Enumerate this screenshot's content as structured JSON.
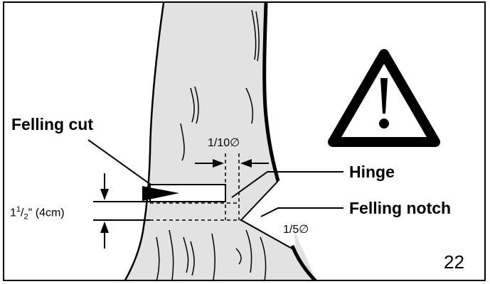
{
  "labels": {
    "felling_cut": "Felling cut",
    "hinge": "Hinge",
    "felling_notch": "Felling notch",
    "hinge_fraction": "1/10∅",
    "notch_fraction": "1/5∅",
    "height_whole": "1",
    "height_num": "1",
    "height_slash": "/",
    "height_den": "2",
    "height_rest": "\" (4cm)",
    "figure_number": "22"
  },
  "colors": {
    "tree_fill": "#e2e2e2",
    "outline": "#000000",
    "background": "#ffffff"
  },
  "icons": [
    "warning-triangle-icon"
  ]
}
